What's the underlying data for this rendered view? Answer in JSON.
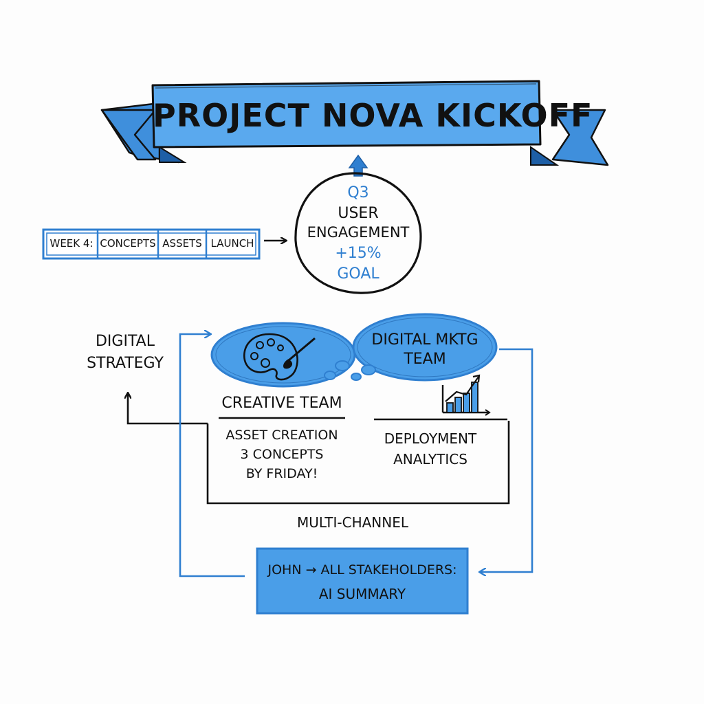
{
  "banner": {
    "title": "PROJECT NOVA KICKOFF"
  },
  "timeline": {
    "cells": [
      "WEEK 4:",
      "CONCEPTS",
      "ASSETS",
      "LAUNCH"
    ]
  },
  "goal": {
    "lines": [
      "Q3",
      "USER",
      "ENGAGEMENT",
      "+15%",
      "GOAL"
    ]
  },
  "strategy": {
    "line1": "DIGITAL",
    "line2": "STRATEGY"
  },
  "creative": {
    "heading": "CREATIVE TEAM",
    "line1": "ASSET CREATION",
    "line2": "3 CONCEPTS",
    "line3": "BY FRIDAY!"
  },
  "marketing": {
    "bubble_line1": "DIGITAL MKTG",
    "bubble_line2": "TEAM",
    "line1": "DEPLOYMENT",
    "line2": "ANALYTICS"
  },
  "channel": {
    "label": "MULTI-CHANNEL"
  },
  "summary": {
    "line1": "JOHN → ALL STAKEHOLDERS:",
    "line2": "AI SUMMARY"
  },
  "colors": {
    "accent_blue": "#4a9ee8",
    "line_blue": "#2f7fd0",
    "ink": "#111111",
    "banner_fill": "#5aa9ee",
    "box_fill": "#4a9ee8"
  },
  "icons": [
    "paint-palette-icon",
    "paintbrush-icon",
    "bar-chart-growth-icon",
    "up-arrow-icon"
  ]
}
